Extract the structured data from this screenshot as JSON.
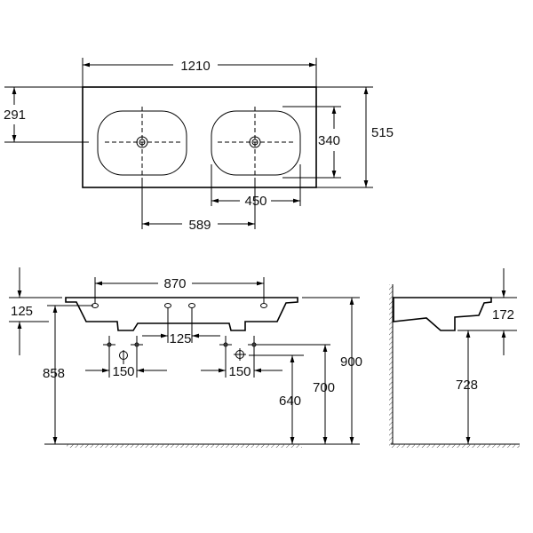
{
  "top_view": {
    "width": "1210",
    "depth": "515",
    "bowl_depth": "340",
    "bowl_width": "450",
    "bowl_offset": "291",
    "bowl_spacing": "589"
  },
  "front_view": {
    "tap_spacing": "870",
    "overflow_spacing": "125",
    "rim_to_overflow": "125",
    "overflow_height": "858",
    "rim_height": "900",
    "supply_height": "700",
    "waste_height": "640",
    "supply_spacing_left": "150",
    "supply_spacing_right": "150"
  },
  "side_view": {
    "basin_height": "172",
    "underside_height": "728"
  }
}
